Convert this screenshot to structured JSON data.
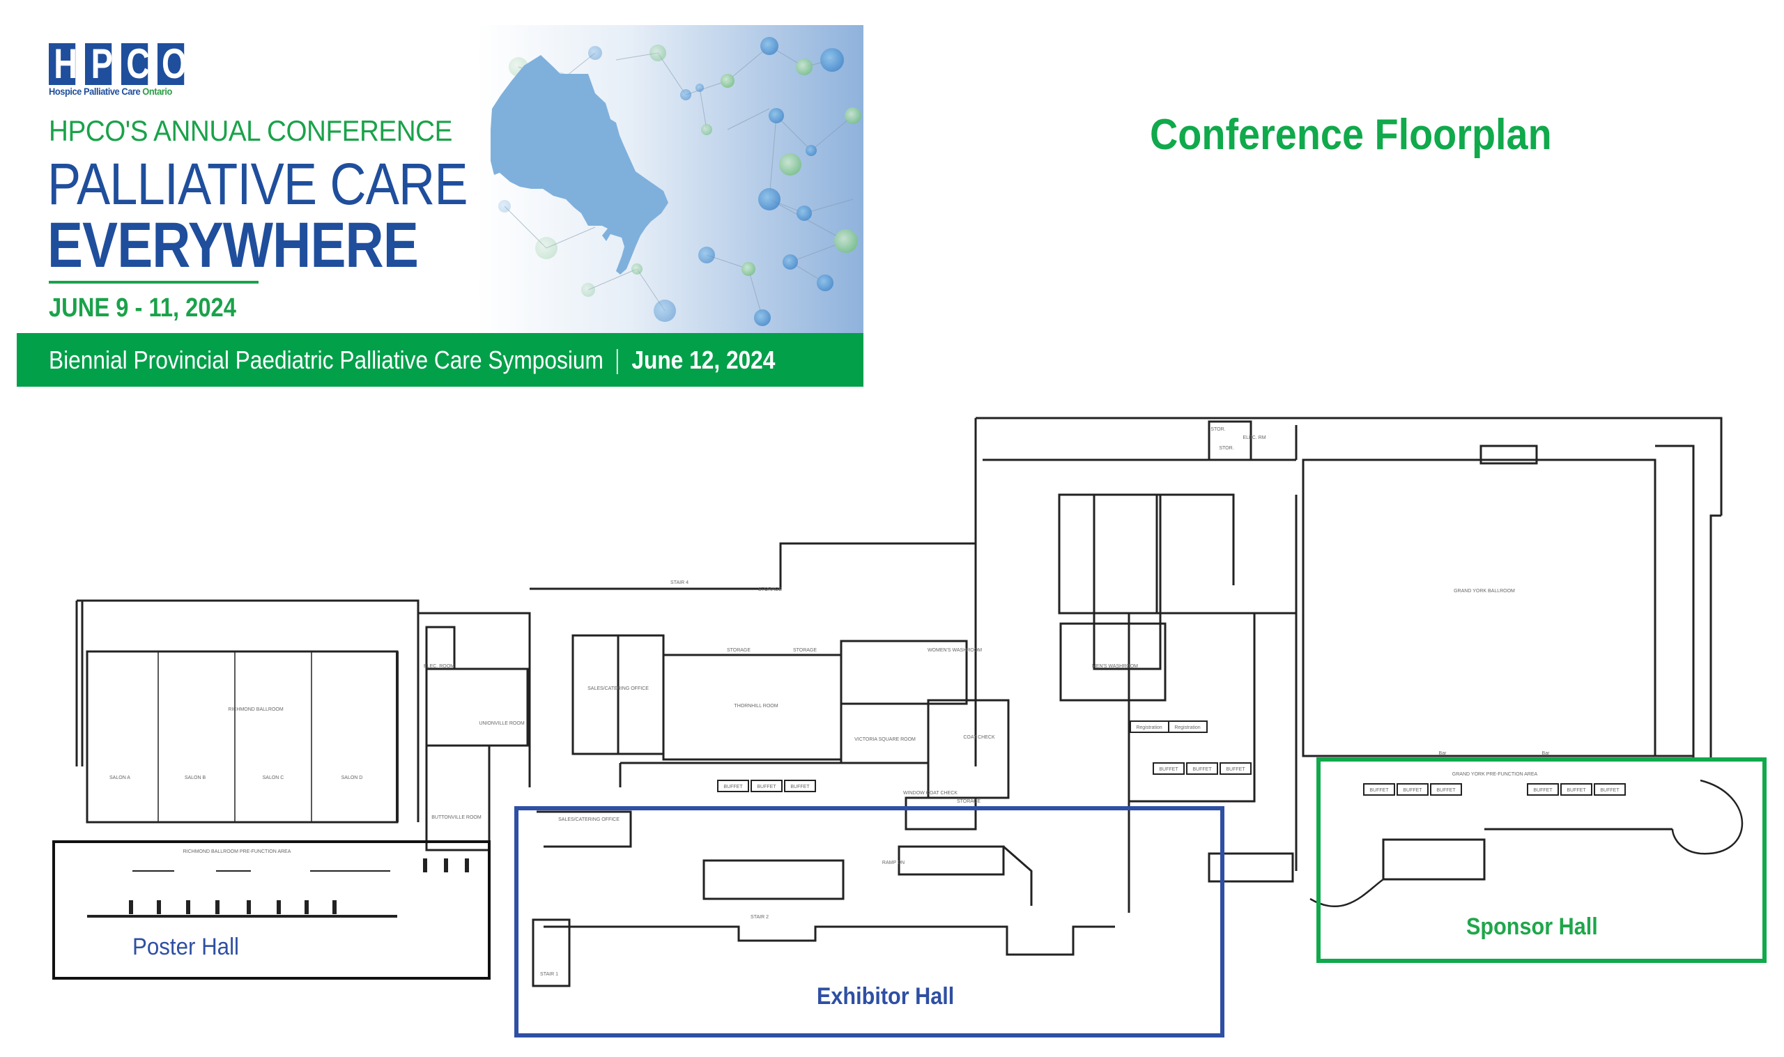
{
  "banner": {
    "logo": {
      "letters": [
        "H",
        "P",
        "C",
        "O"
      ],
      "subtitle_main": "Hospice Palliative Care",
      "subtitle_accent": "Ontario"
    },
    "kicker": "HPCO'S ANNUAL CONFERENCE",
    "title_line1": "PALLIATIVE CARE",
    "title_line2": "EVERYWHERE",
    "dates": "JUNE 9 - 11, 2024",
    "symposium": {
      "name": "Biennial Provincial Paediatric Palliative Care Symposium",
      "date": "June 12, 2024"
    },
    "colors": {
      "blue": "#1f4e9c",
      "green": "#1aa24a",
      "bar": "#03a04a",
      "map": "#7fb0dc"
    }
  },
  "page_title": "Conference Floorplan",
  "zones": {
    "poster": {
      "label": "Poster Hall",
      "color": "#111111",
      "label_color": "#2e4fa3"
    },
    "exhibitor": {
      "label": "Exhibitor Hall",
      "color": "#2e4fa3",
      "label_color": "#2e4fa3"
    },
    "sponsor": {
      "label": "Sponsor Hall",
      "color": "#10a94b",
      "label_color": "#1fa64a"
    }
  },
  "rooms": {
    "richmond_ballroom": "RICHMOND BALLROOM",
    "salon_a": "SALON A",
    "salon_b": "SALON B",
    "salon_c": "SALON C",
    "salon_d": "SALON D",
    "richmond_prefunction": "RICHMOND BALLROOM PRE-FUNCTION AREA",
    "elec_room": "ELEC. ROOM",
    "unionville_room": "UNIONVILLE ROOM",
    "buttonville_room": "BUTTONVILLE ROOM",
    "sales_office_1": "SALES/CATERING OFFICE",
    "sales_office_2": "SALES/CATERING OFFICE",
    "thornhill_room": "THORNHILL ROOM",
    "storage_1": "STORAGE",
    "storage_2": "STORAGE",
    "storage_3": "STORAGE",
    "storage_4": "STORAGE",
    "stair_4": "STAIR 4",
    "stair_2": "STAIR 2",
    "stair_1": "STAIR 1",
    "ramp_dn": "RAMP DN",
    "womens_washroom": "WOMEN'S WASHROOM",
    "mens_washroom": "MEN'S WASHROOM",
    "victoria_square_room": "VICTORIA SQUARE ROOM",
    "coat_check": "COAT CHECK",
    "window_coat_check": "WINDOW COAT CHECK",
    "registration_1": "Registration",
    "registration_2": "Registration",
    "grand_york_ballroom": "GRAND YORK BALLROOM",
    "grand_york_prefunction": "GRAND YORK PRE-FUNCTION AREA",
    "stor_1": "STOR.",
    "stor_2": "STOR.",
    "elec_rm": "ELEC. RM",
    "bar_1": "Bar",
    "bar_2": "Bar",
    "buffet": "BUFFET"
  }
}
